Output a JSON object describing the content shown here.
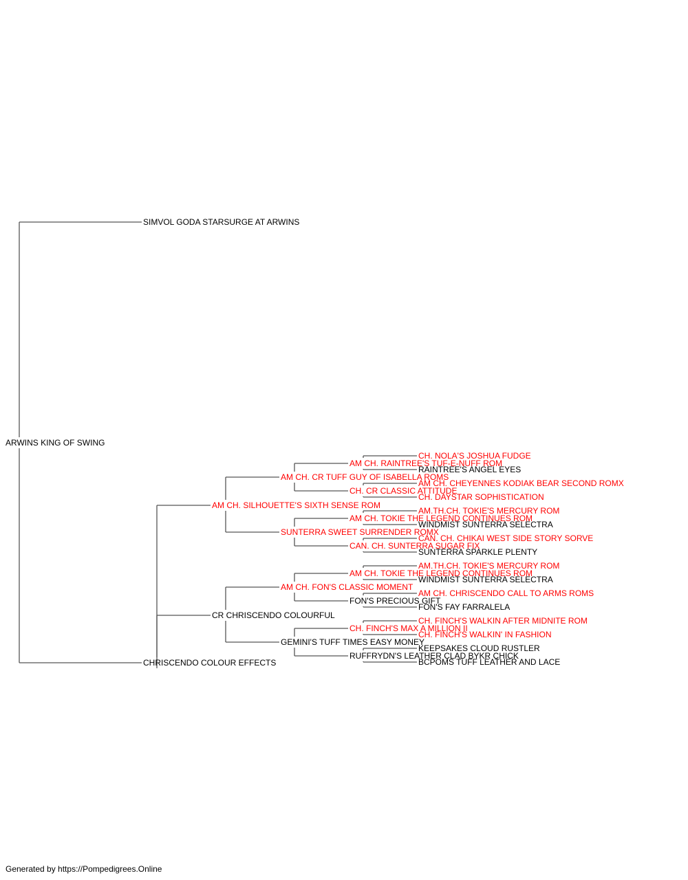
{
  "colors": {
    "line": "#555555",
    "normal": "#000000",
    "champion": "#ff0000"
  },
  "pedigree": {
    "name": "ARWINS KING OF SWING",
    "champion": false,
    "sire": {
      "name": "SIMVOL GODA STARSURGE AT ARWINS",
      "champion": false
    },
    "dam": {
      "name": "CHRISCENDO COLOUR EFFECTS",
      "champion": false,
      "sire": {
        "name": "AM CH. SILHOUETTE'S SIXTH SENSE ROM",
        "champion": true,
        "sire": {
          "name": "AM CH. CR TUFF GUY OF ISABELLA ROMS",
          "champion": true,
          "sire": {
            "name": "AM CH. RAINTREE'S TUF-E-NUFF ROM",
            "champion": true,
            "sire": {
              "name": "CH. NOLA'S JOSHUA FUDGE",
              "champion": true
            },
            "dam": {
              "name": "RAINTREE'S ANGEL EYES",
              "champion": false
            }
          },
          "dam": {
            "name": "CH. CR CLASSIC ATTITUDE",
            "champion": true,
            "sire": {
              "name": "AM CH. CHEYENNES KODIAK BEAR SECOND ROMX",
              "champion": true
            },
            "dam": {
              "name": "CH. DAYSTAR SOPHISTICATION",
              "champion": true
            }
          }
        },
        "dam": {
          "name": "SUNTERRA SWEET SURRENDER ROMX",
          "champion": true,
          "sire": {
            "name": "AM CH. TOKIE THE LEGEND CONTINUES ROM",
            "champion": true,
            "sire": {
              "name": "AM.TH.CH. TOKIE'S MERCURY ROM",
              "champion": true
            },
            "dam": {
              "name": "WINDMIST SUNTERRA SELECTRA",
              "champion": false
            }
          },
          "dam": {
            "name": "CAN. CH. SUNTERRA SUGAR FIX",
            "champion": true,
            "sire": {
              "name": "CAN. CH. CHIKAI WEST SIDE STORY SORVE",
              "champion": true
            },
            "dam": {
              "name": "SUNTERRA SPARKLE PLENTY",
              "champion": false
            }
          }
        }
      },
      "dam": {
        "name": "CR CHRISCENDO COLOURFUL",
        "champion": false,
        "sire": {
          "name": "AM CH. FON'S CLASSIC MOMENT",
          "champion": true,
          "sire": {
            "name": "AM CH. TOKIE THE LEGEND CONTINUES ROM",
            "champion": true,
            "sire": {
              "name": "AM.TH.CH. TOKIE'S MERCURY ROM",
              "champion": true
            },
            "dam": {
              "name": "WINDMIST SUNTERRA SELECTRA",
              "champion": false
            }
          },
          "dam": {
            "name": "FON'S PRECIOUS GIFT",
            "champion": false,
            "sire": {
              "name": "AM CH. CHRISCENDO CALL TO ARMS ROMS",
              "champion": true
            },
            "dam": {
              "name": "FON'S FAY FARRALELA",
              "champion": false
            }
          }
        },
        "dam": {
          "name": "GEMINI'S TUFF TIMES EASY MONEY",
          "champion": false,
          "sire": {
            "name": "CH. FINCH'S MAX A MILLION II",
            "champion": true,
            "sire": {
              "name": "CH. FINCH'S WALKIN AFTER MIDNITE ROM",
              "champion": true
            },
            "dam": {
              "name": "CH. FINCH'S WALKIN' IN FASHION",
              "champion": true
            }
          },
          "dam": {
            "name": "RUFFRYDN'S LEATHER CLAD BYKR CHICK",
            "champion": false,
            "sire": {
              "name": "KEEPSAKES CLOUD RUSTLER",
              "champion": false
            },
            "dam": {
              "name": "BCPOMS TUFF LEATHER AND LACE",
              "champion": false
            }
          }
        }
      }
    }
  },
  "footer": "Generated by https://Pompedigrees.Online"
}
